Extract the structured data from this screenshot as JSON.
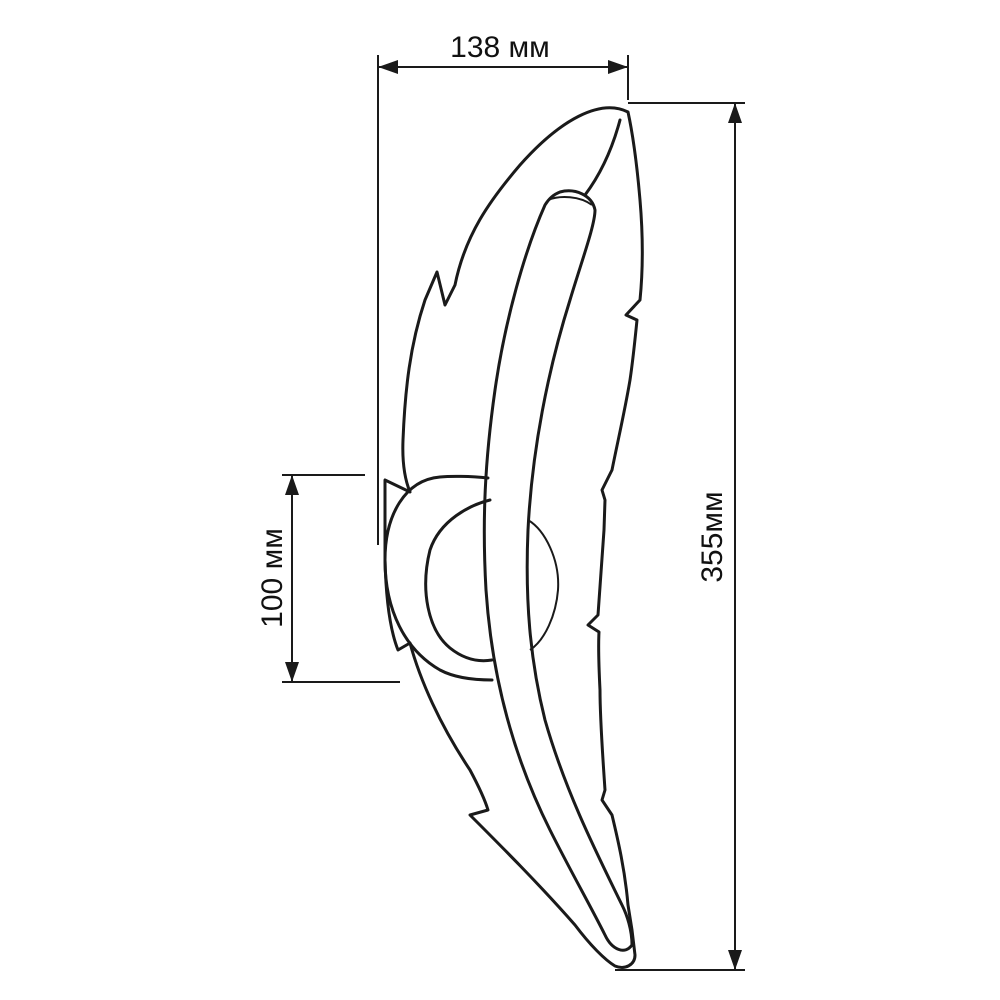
{
  "dimensions": {
    "width_label": "138 мм",
    "height_label": "355мм",
    "base_label": "100 мм"
  },
  "colors": {
    "line": "#1a1a1a",
    "background": "#ffffff"
  }
}
